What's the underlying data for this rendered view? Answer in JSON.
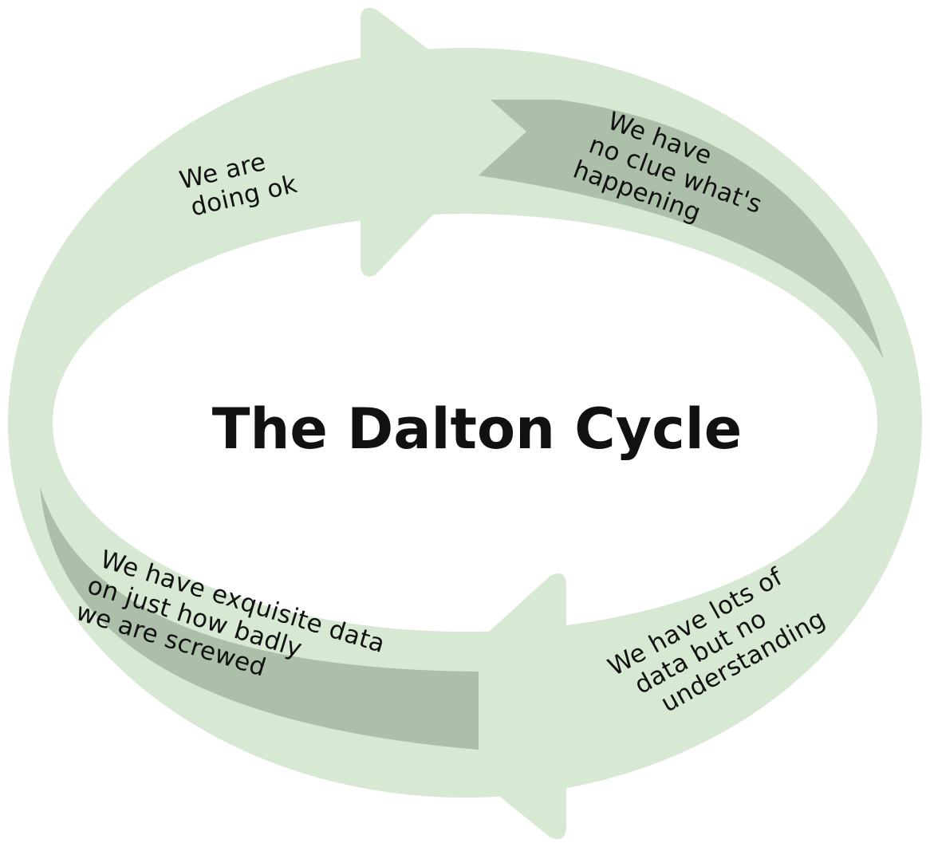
{
  "title": "The Dalton Cycle",
  "stages": [
    {
      "id": "doing-ok",
      "lines": [
        "We are",
        "doing ok"
      ]
    },
    {
      "id": "no-clue",
      "lines": [
        "We have",
        "no clue what's",
        "happening"
      ]
    },
    {
      "id": "lots-of-data",
      "lines": [
        "We have lots of",
        "data but no",
        "understanding"
      ]
    },
    {
      "id": "exquisite-data",
      "lines": [
        "We have exquisite data",
        "on just how badly",
        "we are screwed"
      ]
    }
  ],
  "colors": {
    "ring_light": "#d7e8d3",
    "band_dark": "#acbfa8",
    "text": "#111111"
  }
}
